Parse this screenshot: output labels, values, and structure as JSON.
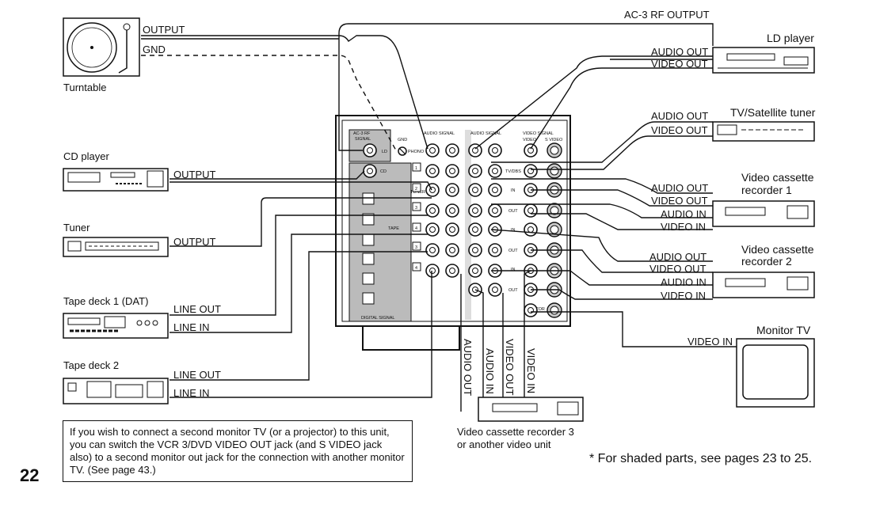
{
  "page_number": "22",
  "devices": {
    "turntable": {
      "label": "Turntable",
      "ports": [
        "OUTPUT",
        "GND"
      ]
    },
    "cd_player": {
      "label": "CD player",
      "ports": [
        "OUTPUT"
      ]
    },
    "tuner": {
      "label": "Tuner",
      "ports": [
        "OUTPUT"
      ]
    },
    "tape_deck_1": {
      "label": "Tape deck 1 (DAT)",
      "ports": [
        "LINE OUT",
        "LINE IN"
      ]
    },
    "tape_deck_2": {
      "label": "Tape deck 2",
      "ports": [
        "LINE OUT",
        "LINE IN"
      ]
    },
    "ld_player": {
      "label": "LD player",
      "ports": [
        "AC-3 RF OUTPUT",
        "AUDIO OUT",
        "VIDEO OUT"
      ]
    },
    "tv_tuner": {
      "label": "TV/Satellite tuner",
      "ports": [
        "AUDIO OUT",
        "VIDEO OUT"
      ]
    },
    "vcr1": {
      "label_line1": "Video cassette",
      "label_line2": "recorder 1",
      "ports": [
        "AUDIO OUT",
        "VIDEO OUT",
        "AUDIO IN",
        "VIDEO IN"
      ]
    },
    "vcr2": {
      "label_line1": "Video cassette",
      "label_line2": "recorder 2",
      "ports": [
        "AUDIO OUT",
        "VIDEO OUT",
        "AUDIO IN",
        "VIDEO IN"
      ]
    },
    "monitor_tv": {
      "label": "Monitor TV",
      "ports": [
        "VIDEO IN"
      ]
    },
    "vcr3": {
      "label_line1": "Video cassette recorder 3",
      "label_line2": "or another video unit",
      "ports": [
        "AUDIO OUT",
        "AUDIO IN",
        "VIDEO OUT",
        "VIDEO IN"
      ]
    }
  },
  "receiver": {
    "headers": [
      "AC-3 RF",
      "SIGNAL",
      "GND",
      "AUDIO SIGNAL",
      "AUDIO SIGNAL",
      "VIDEO SIGNAL",
      "VIDEO",
      "S VIDEO"
    ],
    "row_labels": [
      "LD",
      "PHONO",
      "CD",
      "TUNER",
      "TAPE",
      "TV/DBS",
      "IN",
      "OUT",
      "IN",
      "OUT",
      "IN",
      "OUT",
      "MONITOR",
      "DIGITAL SIGNAL"
    ],
    "input_numbers": [
      "1",
      "2",
      "3",
      "4",
      "3",
      "4"
    ]
  },
  "note": "If you wish to connect a second monitor TV (or a projector) to this unit, you can switch the VCR 3/DVD VIDEO OUT jack (and S VIDEO jack also) to a second monitor out jack for the connection with another monitor TV. (See page 43.)",
  "footnote": "* For shaded parts, see pages 23 to 25."
}
